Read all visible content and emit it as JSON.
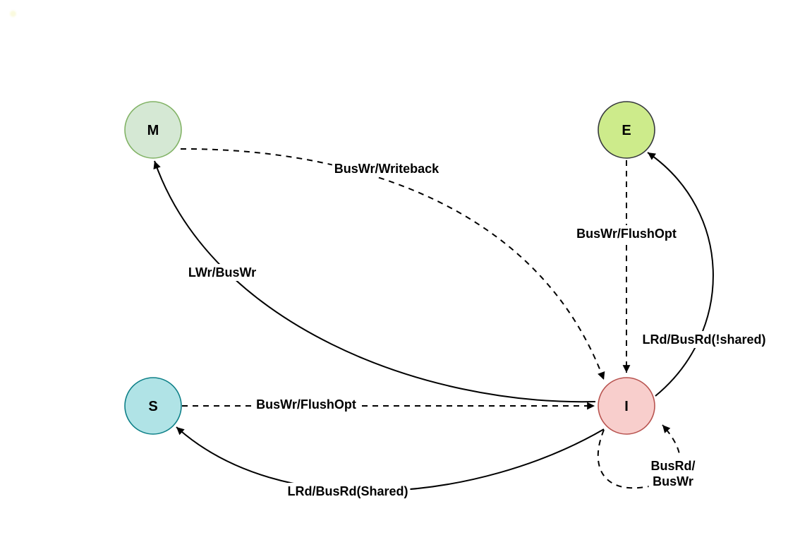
{
  "diagram": {
    "type": "state-machine",
    "subject": "MESI cache coherence protocol states",
    "edge_color": "#000000",
    "nodes": {
      "M": {
        "label": "M",
        "fill": "#d5e8d4",
        "stroke": "#82b366"
      },
      "E": {
        "label": "E",
        "fill": "#cdeb8b",
        "stroke": "#36393d"
      },
      "S": {
        "label": "S",
        "fill": "#b0e3e6",
        "stroke": "#0e8088"
      },
      "I": {
        "label": "I",
        "fill": "#f8cecc",
        "stroke": "#b85450"
      }
    },
    "edges": {
      "m_to_i": {
        "from": "M",
        "to": "I",
        "style": "dashed",
        "label": "BusWr/Writeback"
      },
      "i_to_m": {
        "from": "I",
        "to": "M",
        "style": "solid",
        "label": "LWr/BusWr"
      },
      "e_to_i": {
        "from": "E",
        "to": "I",
        "style": "dashed",
        "label": "BusWr/FlushOpt"
      },
      "i_to_e": {
        "from": "I",
        "to": "E",
        "style": "solid",
        "label": "LRd/BusRd(!shared)"
      },
      "s_to_i": {
        "from": "S",
        "to": "I",
        "style": "dashed",
        "label": "BusWr/FlushOpt"
      },
      "i_to_s": {
        "from": "I",
        "to": "S",
        "style": "solid",
        "label": "LRd/BusRd(Shared)"
      },
      "i_self": {
        "from": "I",
        "to": "I",
        "style": "dashed",
        "label_line1": "BusRd/",
        "label_line2": "BusWr"
      }
    }
  }
}
